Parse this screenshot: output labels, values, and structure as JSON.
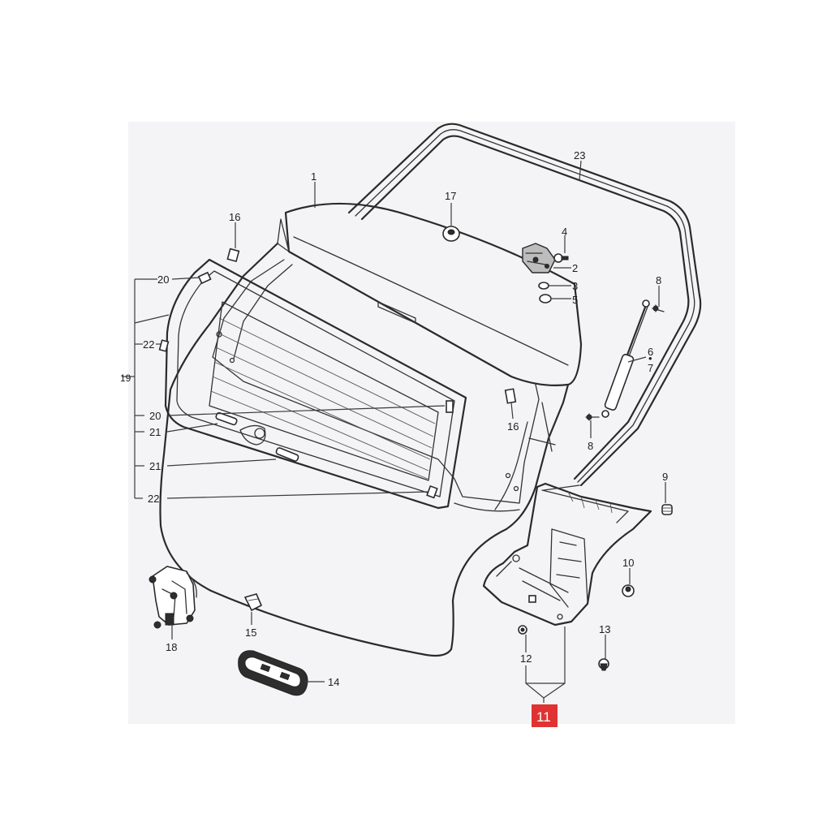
{
  "callouts": [
    {
      "id": "p1",
      "label": "1"
    },
    {
      "id": "p2",
      "label": "2"
    },
    {
      "id": "p3",
      "label": "3"
    },
    {
      "id": "p4",
      "label": "4"
    },
    {
      "id": "p5",
      "label": "5"
    },
    {
      "id": "p6",
      "label": "6"
    },
    {
      "id": "p7",
      "label": "7"
    },
    {
      "id": "p8a",
      "label": "8"
    },
    {
      "id": "p8b",
      "label": "8"
    },
    {
      "id": "p9",
      "label": "9"
    },
    {
      "id": "p10",
      "label": "10"
    },
    {
      "id": "p11",
      "label": "11"
    },
    {
      "id": "p12",
      "label": "12"
    },
    {
      "id": "p13",
      "label": "13"
    },
    {
      "id": "p14",
      "label": "14"
    },
    {
      "id": "p15",
      "label": "15"
    },
    {
      "id": "p16a",
      "label": "16"
    },
    {
      "id": "p16b",
      "label": "16"
    },
    {
      "id": "p17",
      "label": "17"
    },
    {
      "id": "p18",
      "label": "18"
    },
    {
      "id": "p19",
      "label": "19"
    },
    {
      "id": "p20a",
      "label": "20"
    },
    {
      "id": "p20b",
      "label": "20"
    },
    {
      "id": "p21a",
      "label": "21"
    },
    {
      "id": "p21b",
      "label": "21"
    },
    {
      "id": "p22a",
      "label": "22"
    },
    {
      "id": "p22b",
      "label": "22"
    },
    {
      "id": "p23",
      "label": "23"
    },
    {
      "id": "p6dot",
      "label": "•"
    }
  ],
  "highlight": {
    "part": "11",
    "color": "#e03232"
  }
}
